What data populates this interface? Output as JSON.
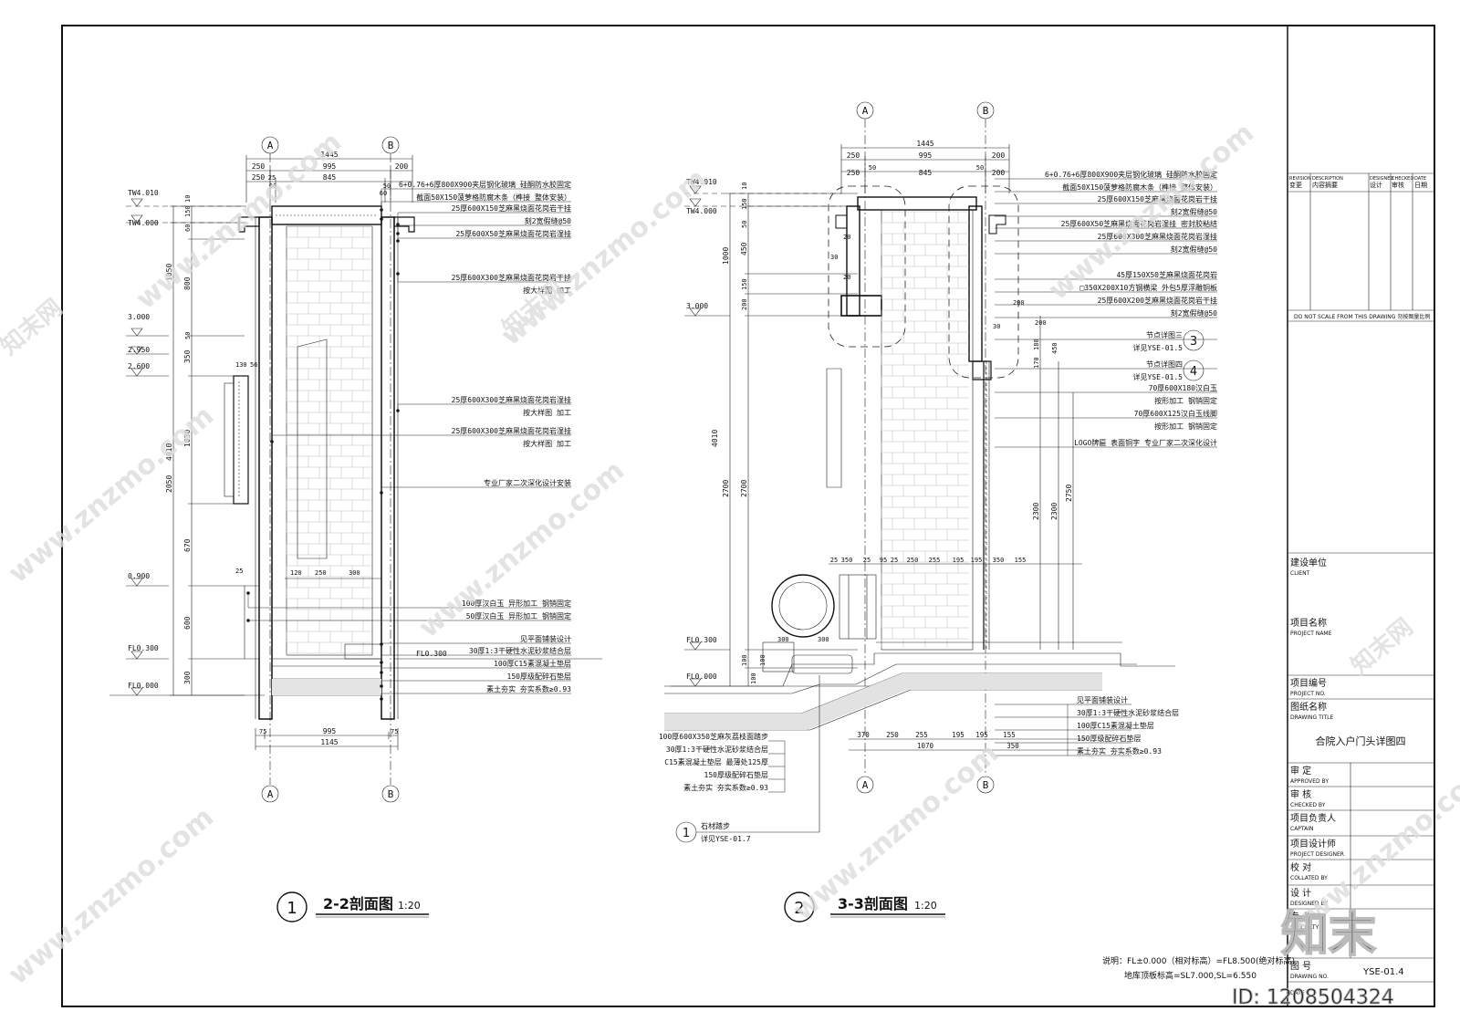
{
  "section1": {
    "axis_a": "A",
    "axis_b": "B",
    "dims_top": [
      "1445",
      "250",
      "995",
      "200",
      "250",
      "25",
      "845",
      "50"
    ],
    "dims_small": [
      "60",
      "60"
    ],
    "levels": [
      "TW4.010",
      "TW4.000",
      "3.000",
      "2.950",
      "2.600",
      "0.900",
      "FL0.300",
      "FL0.000"
    ],
    "dims_left": [
      "10",
      "60",
      "150",
      "1050",
      "800",
      "4010",
      "50",
      "350",
      "2050",
      "1030",
      "670",
      "600",
      "300"
    ],
    "dims_mid": [
      "130",
      "56",
      "25",
      "120",
      "250",
      "300"
    ],
    "dims_bottom": [
      "995",
      "75",
      "1145",
      "75"
    ],
    "fl_right": "FL0.300",
    "callouts": [
      "6+0.76+6厚800X900夹层钢化玻璃 硅酮防水胶固定",
      "截面50X150菠萝格防腐木条（榫接 整体安装）",
      "25厚600X150芝麻黑烧面花岗岩干挂",
      "刻2宽假缝@50",
      "25厚600X50芝麻黑烧面花岗岩湿挂",
      "25厚600X300芝麻黑烧面花岗岩干挂",
      "按大样图 加工",
      "25厚600X300芝麻黑烧面花岗岩湿挂",
      "按大样图 加工",
      "25厚600X300芝麻黑烧面花岗岩湿挂",
      "按大样图 加工",
      "专业厂家二次深化设计安装",
      "100厚汉白玉 异形加工 钢销固定",
      "50厚汉白玉 异形加工 钢销固定",
      "见平面铺装设计",
      "30厚1:3干硬性水泥砂浆结合层",
      "100厚C15素混凝土垫层",
      "150厚级配碎石垫层",
      "素土夯实 夯实系数≥0.93"
    ],
    "title_num": "1",
    "title": "2-2剖面图",
    "scale": "1:20"
  },
  "section2": {
    "axis_a": "A",
    "axis_b": "B",
    "dims_top": [
      "1445",
      "250",
      "995",
      "200",
      "250",
      "50",
      "845",
      "50",
      "200"
    ],
    "levels": [
      "TW4.010",
      "TW4.000",
      "3.000",
      "FL0.300",
      "FL0.000"
    ],
    "dims_left": [
      "10",
      "150",
      "50",
      "450",
      "1000",
      "150",
      "200",
      "4010",
      "2700",
      "2700",
      "100",
      "100",
      "100"
    ],
    "dims_inner": [
      "20",
      "30",
      "20",
      "200",
      "200",
      "30"
    ],
    "dims_right": [
      "170",
      "180",
      "450",
      "2750",
      "2300",
      "2300"
    ],
    "dims_steps": [
      "25",
      "350",
      "25",
      "95",
      "25",
      "250",
      "255",
      "195",
      "195",
      "350",
      "155"
    ],
    "dims_bottom": [
      "370",
      "250",
      "255",
      "195",
      "195",
      "155",
      "1070",
      "350"
    ],
    "dims_step_small": [
      "300",
      "300"
    ],
    "callouts": [
      "6+0.76+6厚800X900夹层钢化玻璃 硅酮防水胶固定",
      "截面50X150菠萝格防腐木条（榫接 整体安装）",
      "25厚600X150芝麻黑烧面花岗岩干挂",
      "刻2宽假缝@50",
      "25厚600X50芝麻黑烧面花岗岩湿挂 密封胶粘结",
      "25厚600X300芝麻黑烧面花岗岩湿挂",
      "刻2宽假缝@50",
      "45厚150X50芝麻黑烧面花岗岩",
      "□350X200X10方钢横梁 外包5厚浮雕铜板",
      "25厚600X200芝麻黑烧面花岗岩干挂",
      "刻2宽假缝@50",
      "节点详图三",
      "详见YSE-01.5",
      "节点详图四",
      "详见YSE-01.5",
      "70厚600X180汉白玉",
      "按形加工 钢销固定",
      "70厚600X125汉白玉线脚",
      "按形加工 钢销固定",
      "LOGO牌匾 表面铜字 专业厂家二次深化设计",
      "见平面铺装设计",
      "30厚1:3干硬性水泥砂浆结合层",
      "100厚C15素混凝土垫层",
      "150厚级配碎石垫层",
      "素土夯实 夯实系数≥0.93"
    ],
    "callouts_left": [
      "100厚600X350芝麻灰荔枝面踏步",
      "30厚1:3干硬性水泥砂浆结合层",
      "C15素混凝土垫层 最薄处125厚",
      "150厚级配碎石垫层",
      "素土夯实 夯实系数≥0.93"
    ],
    "detail3": "3",
    "detail4": "4",
    "step_ref_num": "1",
    "step_ref_1": "石材踏步",
    "step_ref_2": "详见YSE-01.7",
    "title_num": "2",
    "title": "3-3剖面图",
    "scale": "1:20"
  },
  "notes": {
    "line1": "说明：FL±0.000（相对标高）=FL8.500(绝对标高)",
    "line2": "地库顶板标高=SL7.000,SL=6.550"
  },
  "titleblock": {
    "revision": "REVISION",
    "revision_cn": "变更",
    "description": "DESCRIPTION",
    "description_cn": "内容摘要",
    "designed": "DESIGNED",
    "designed_cn": "设计",
    "checked": "CHECKED",
    "checked_cn": "审核",
    "date": "DATE",
    "date_cn": "日期",
    "noscale": "DO NOT SCALE FROM THIS DRAWING 勿按图量比例",
    "client_cn": "建设单位",
    "client": "CLIENT",
    "project_cn": "项目名称",
    "project": "PROJECT NAME",
    "projno_cn": "项目编号",
    "projno": "PROJECT NO.",
    "title_cn": "图纸名称",
    "title_en": "DRAWING TITLE",
    "drawing_title": "合院入户门头详图四",
    "approved_cn": "审 定",
    "approved": "APPROVED BY",
    "checkedby_cn": "审 核",
    "checkedby": "CHECKED BY",
    "captain_cn": "项目负责人",
    "captain": "CAPTAIN",
    "designer_cn": "项目设计师",
    "designer": "PROJECT DESIGNER",
    "collated_cn": "校 对",
    "collated": "COLLATED BY",
    "design_cn": "设 计",
    "design": "DESIGNED BY",
    "specialty_cn": "专 业",
    "specialty": "SPECIALTY",
    "drawno_cn": "图 号",
    "drawno": "DRAWING NO.",
    "drawno_value": "YSE-01.4",
    "date_label": "DATE"
  },
  "watermark": {
    "site": "www.znzmo.com",
    "brand": "知末网",
    "logo": "知末",
    "id": "ID: 1208504324"
  }
}
